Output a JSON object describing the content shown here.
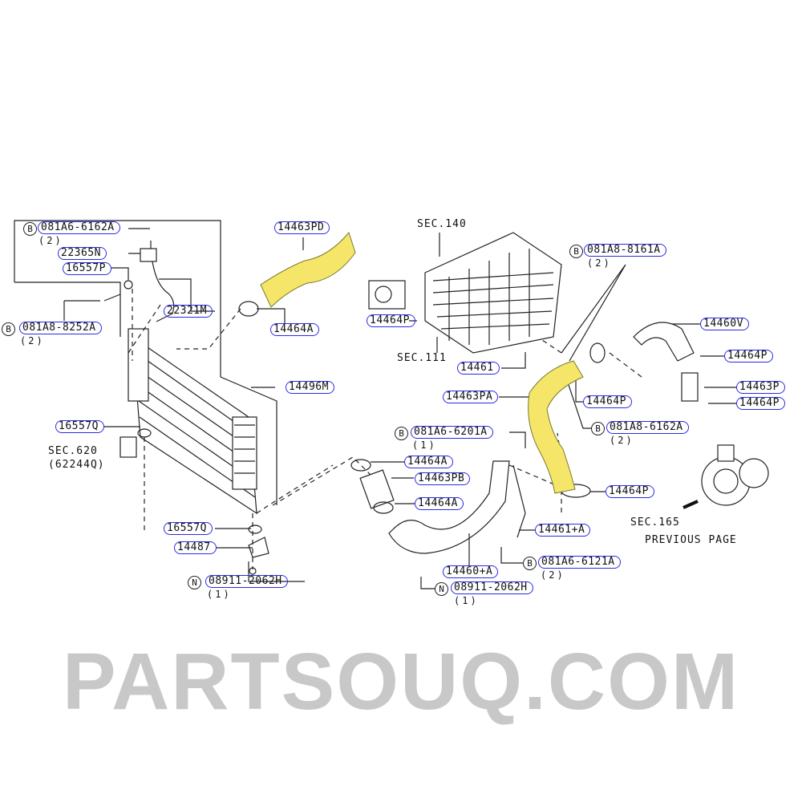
{
  "watermark": "PARTSOUQ.COM",
  "colors": {
    "label_outline": "#2a2ae6",
    "highlight_hose": "#f5e66a",
    "watermark": "#c8c8c8"
  },
  "sections": {
    "sec140": "SEC.140",
    "sec111": "SEC.111",
    "sec620": "SEC.620",
    "sec620_part": "(62244Q)",
    "sec165": "SEC.165",
    "previous_page": "PREVIOUS PAGE"
  },
  "symbols": {
    "bolt": "B",
    "nut": "N"
  },
  "parts": [
    {
      "id": "081A6-6162A",
      "qty": "(2)"
    },
    {
      "id": "22365N"
    },
    {
      "id": "16557P"
    },
    {
      "id": "22321M"
    },
    {
      "id": "081A8-8252A",
      "qty": "(2)"
    },
    {
      "id": "14463PD"
    },
    {
      "id": "14464A"
    },
    {
      "id": "14464P"
    },
    {
      "id": "14461"
    },
    {
      "id": "14463PA"
    },
    {
      "id": "081A8-8161A",
      "qty": "(2)"
    },
    {
      "id": "14460V"
    },
    {
      "id": "14464P"
    },
    {
      "id": "14463P"
    },
    {
      "id": "14464P"
    },
    {
      "id": "14464P"
    },
    {
      "id": "081A8-6162A",
      "qty": "(2)"
    },
    {
      "id": "081A6-6201A",
      "qty": "(1)"
    },
    {
      "id": "14496M"
    },
    {
      "id": "16557Q"
    },
    {
      "id": "14464A"
    },
    {
      "id": "14463PB"
    },
    {
      "id": "14464A"
    },
    {
      "id": "14464P"
    },
    {
      "id": "14461+A"
    },
    {
      "id": "16557Q"
    },
    {
      "id": "14487"
    },
    {
      "id": "08911-2062H",
      "qty": "(1)"
    },
    {
      "id": "14460+A"
    },
    {
      "id": "081A6-6121A",
      "qty": "(2)"
    },
    {
      "id": "08911-2062H",
      "qty": "(1)"
    }
  ]
}
